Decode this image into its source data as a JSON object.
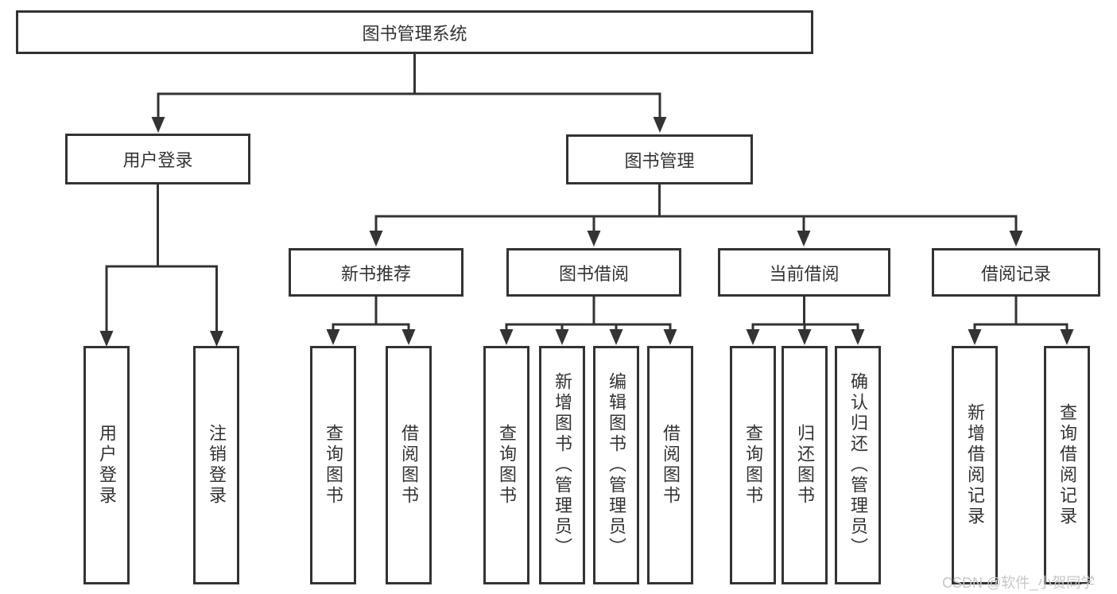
{
  "title": "图书管理系统",
  "watermark": "CSDN @软件_小贺同学",
  "colors": {
    "line": "#333333",
    "box_border": "#333333",
    "text": "#333333",
    "watermark": "#c6c6c6",
    "background": "#ffffff"
  },
  "nodes": {
    "root": "图书管理系统",
    "user_login_group": "用户登录",
    "book_mgmt": "图书管理",
    "new_book": "新书推荐",
    "book_borrow": "图书借阅",
    "current_borrow": "当前借阅",
    "borrow_record": "借阅记录",
    "leaf_login": "用户登录",
    "leaf_logout": "注销登录",
    "leaf_nb_query": "查询图书",
    "leaf_nb_borrow": "借阅图书",
    "leaf_bb_query": "查询图书",
    "leaf_bb_add": "新增图书（管理员）",
    "leaf_bb_edit": "编辑图书（管理员）",
    "leaf_bb_borrow": "借阅图书",
    "leaf_cb_query": "查询图书",
    "leaf_cb_return": "归还图书",
    "leaf_cb_confirm": "确认归还（管理员）",
    "leaf_br_add": "新增借阅记录",
    "leaf_br_query": "查询借阅记录"
  },
  "hierarchy": {
    "图书管理系统": [
      "用户登录",
      "图书管理"
    ],
    "用户登录": [
      "用户登录",
      "注销登录"
    ],
    "图书管理": [
      "新书推荐",
      "图书借阅",
      "当前借阅",
      "借阅记录"
    ],
    "新书推荐": [
      "查询图书",
      "借阅图书"
    ],
    "图书借阅": [
      "查询图书",
      "新增图书（管理员）",
      "编辑图书（管理员）",
      "借阅图书"
    ],
    "当前借阅": [
      "查询图书",
      "归还图书",
      "确认归还（管理员）"
    ],
    "借阅记录": [
      "新增借阅记录",
      "查询借阅记录"
    ]
  }
}
